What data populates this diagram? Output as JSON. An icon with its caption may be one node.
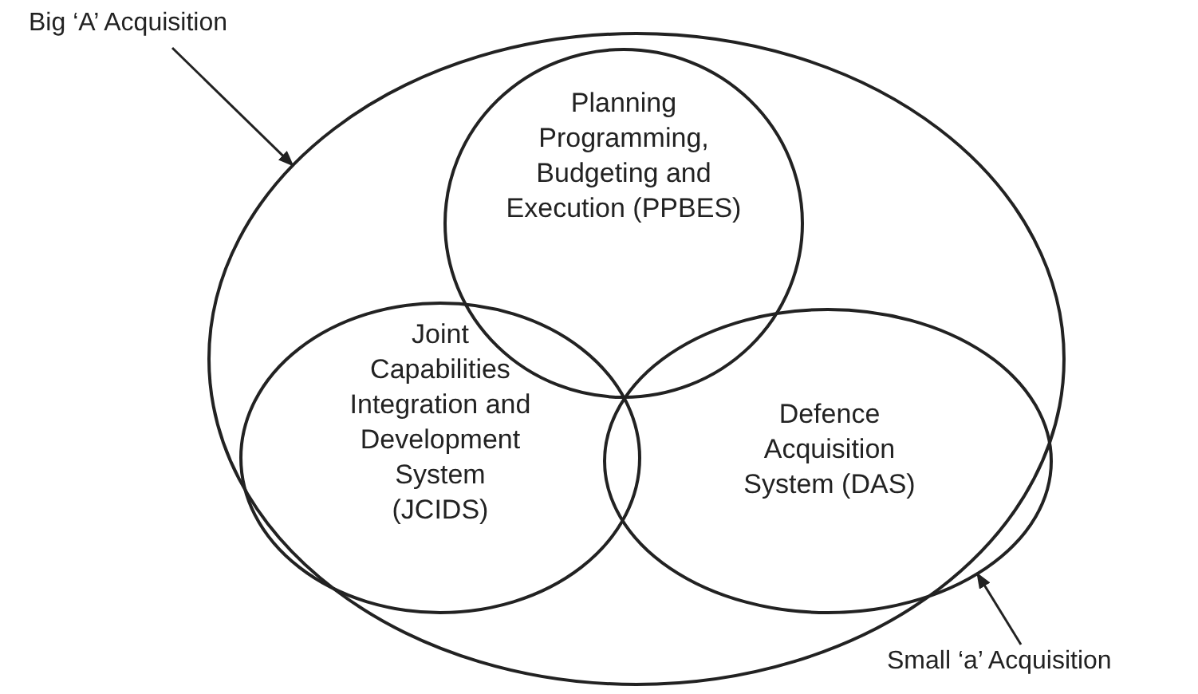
{
  "diagram": {
    "nodes": [
      {
        "text": [
          "Big ‘A’ Acquisition"
        ]
      },
      {
        "text": [],
        "shape": "ellipse"
      },
      {
        "text": [
          "Planning Programming, Budgeting and Execution (PPBES)"
        ],
        "in": 1
      },
      {
        "text": [
          "Joint Capabilities Integration and Development System (JCIDS)"
        ],
        "in": 1
      },
      {
        "text": [
          "Defence Acquisition System (DAS)"
        ],
        "in": 1
      },
      {
        "text": [
          "Small ‘a’ Acquisition"
        ]
      }
    ],
    "edges": [
      {
        "from": 0,
        "to": 1,
        "arrow": "to"
      },
      {
        "from": 5,
        "to": 4,
        "arrow": "to"
      }
    ]
  }
}
